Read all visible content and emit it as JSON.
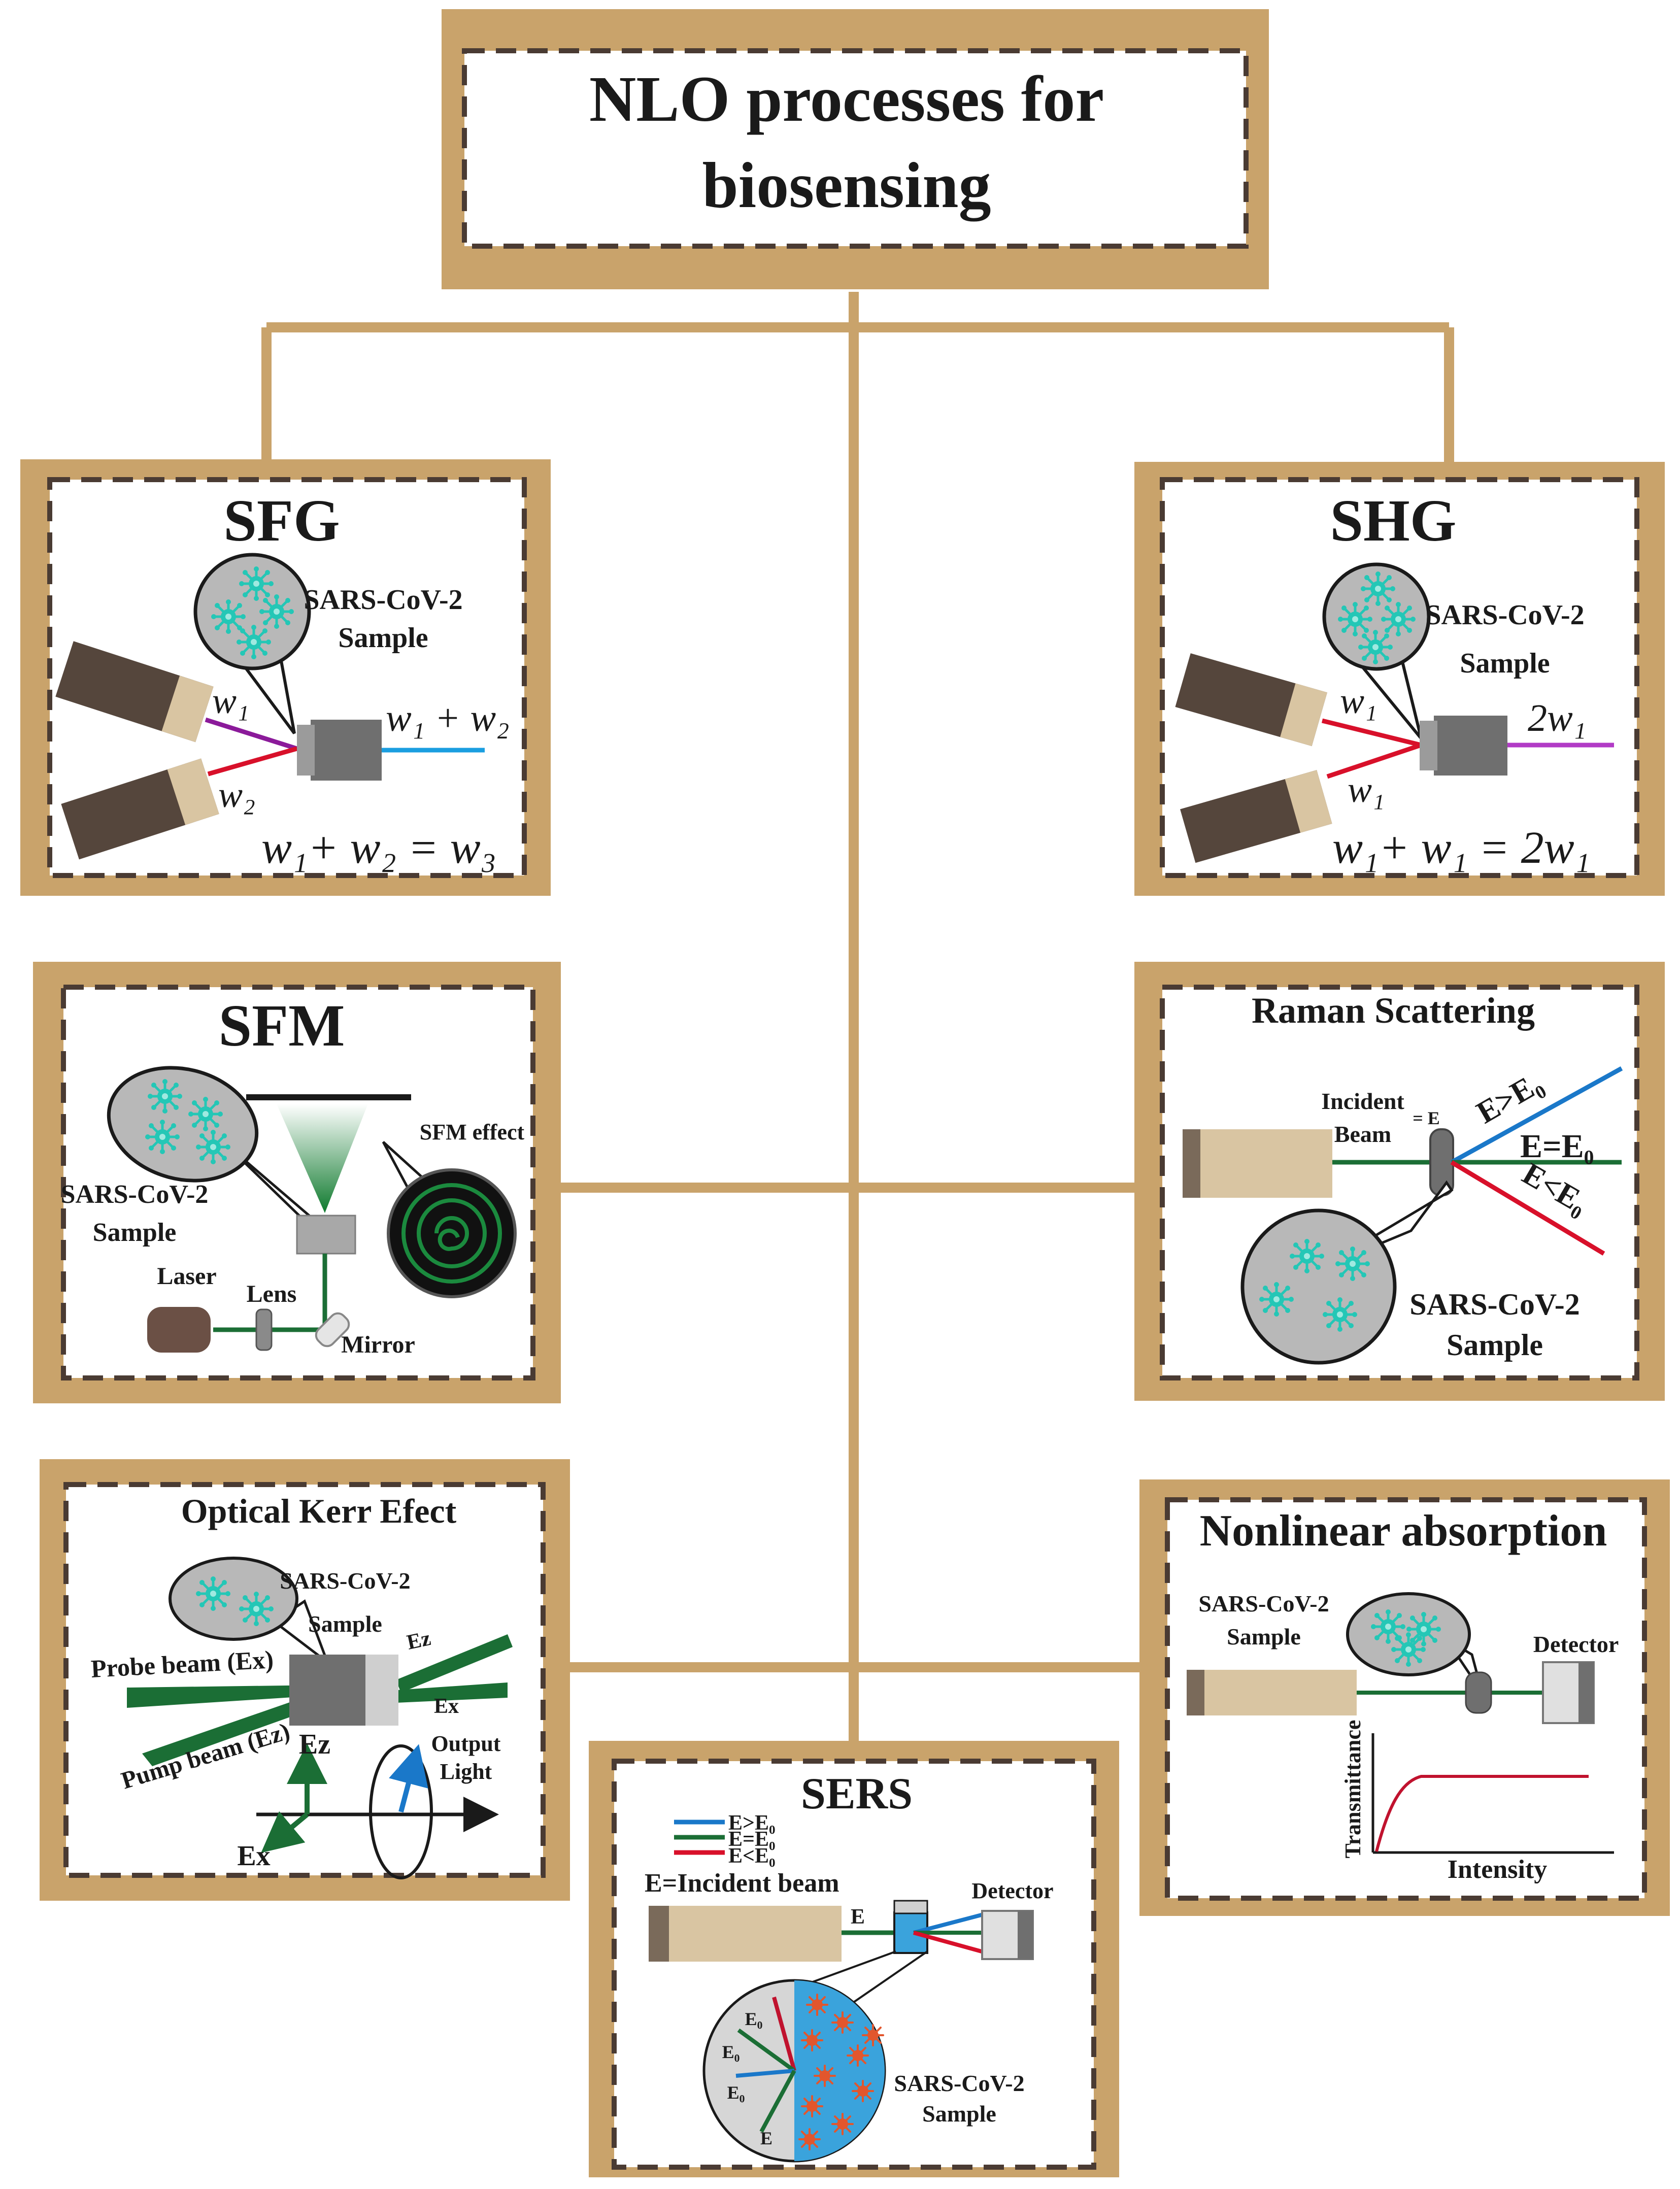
{
  "colors": {
    "frame": "#c9a36b",
    "dash": "#4a3b33",
    "device": "#55463c",
    "beam_red": "#d8102a",
    "beam_green": "#1b6e35",
    "beam_blue": "#1a78c9",
    "beam_purple": "#8b1a9a",
    "virus": "#24c7b6",
    "sample_grey": "#b8b8b8"
  },
  "title": {
    "line1": "NLO processes for",
    "line2": "biosensing"
  },
  "sfg": {
    "heading": "SFG",
    "sample_line1": "SARS-CoV-2",
    "sample_line2": "Sample",
    "w1": "w₁",
    "w2": "w₂",
    "output": "w₁ + w₂",
    "equation": "w₁+ w₂ = w₃"
  },
  "shg": {
    "heading": "SHG",
    "sample_line1": "SARS-CoV-2",
    "sample_line2": "Sample",
    "w1_top": "w₁",
    "w1_bottom": "w₁",
    "output": "2w₁",
    "equation": "w₁+ w₁ = 2w₁"
  },
  "sfm": {
    "heading": "SFM",
    "effect_label": "SFM effect",
    "sample_line1": "SARS-CoV-2",
    "sample_line2": "Sample",
    "laser": "Laser",
    "lens": "Lens",
    "mirror": "Mirror"
  },
  "raman": {
    "heading": "Raman  Scattering",
    "incident_line1": "Incident",
    "incident_line2": "Beam",
    "eq_e": "= E",
    "e_greater": "E>E₀",
    "e_equal": "E=E₀",
    "e_less": "E<E₀",
    "sample_line1": "SARS-CoV-2",
    "sample_line2": "Sample"
  },
  "kerr": {
    "heading": "Optical Kerr Efect",
    "sample_line1": "SARS-CoV-2",
    "sample_line2": "Sample",
    "probe": "Probe beam (Ex)",
    "pump": "Pump beam (Ez)",
    "ez_out": "Ez",
    "ex_out": "Ex",
    "axis_ez": "Ez",
    "axis_ex": "Ex",
    "output_line1": "Output",
    "output_line2": "Light"
  },
  "nla": {
    "heading": "Nonlinear absorption",
    "sample_line1": "SARS-CoV-2",
    "sample_line2": "Sample",
    "detector": "Detector",
    "ylabel": "Transmittance",
    "xlabel": "Intensity"
  },
  "sers": {
    "heading": "SERS",
    "legend_1": "E>E₀",
    "legend_2": "E=E₀",
    "legend_3": "E<E₀",
    "incident": "E=Incident beam",
    "detector": "Detector",
    "e_label": "E",
    "sample_line1": "SARS-CoV-2",
    "sample_line2": "Sample",
    "e0_1": "E₀",
    "e0_2": "E₀",
    "e0_3": "E₀",
    "e_bottom": "E"
  }
}
